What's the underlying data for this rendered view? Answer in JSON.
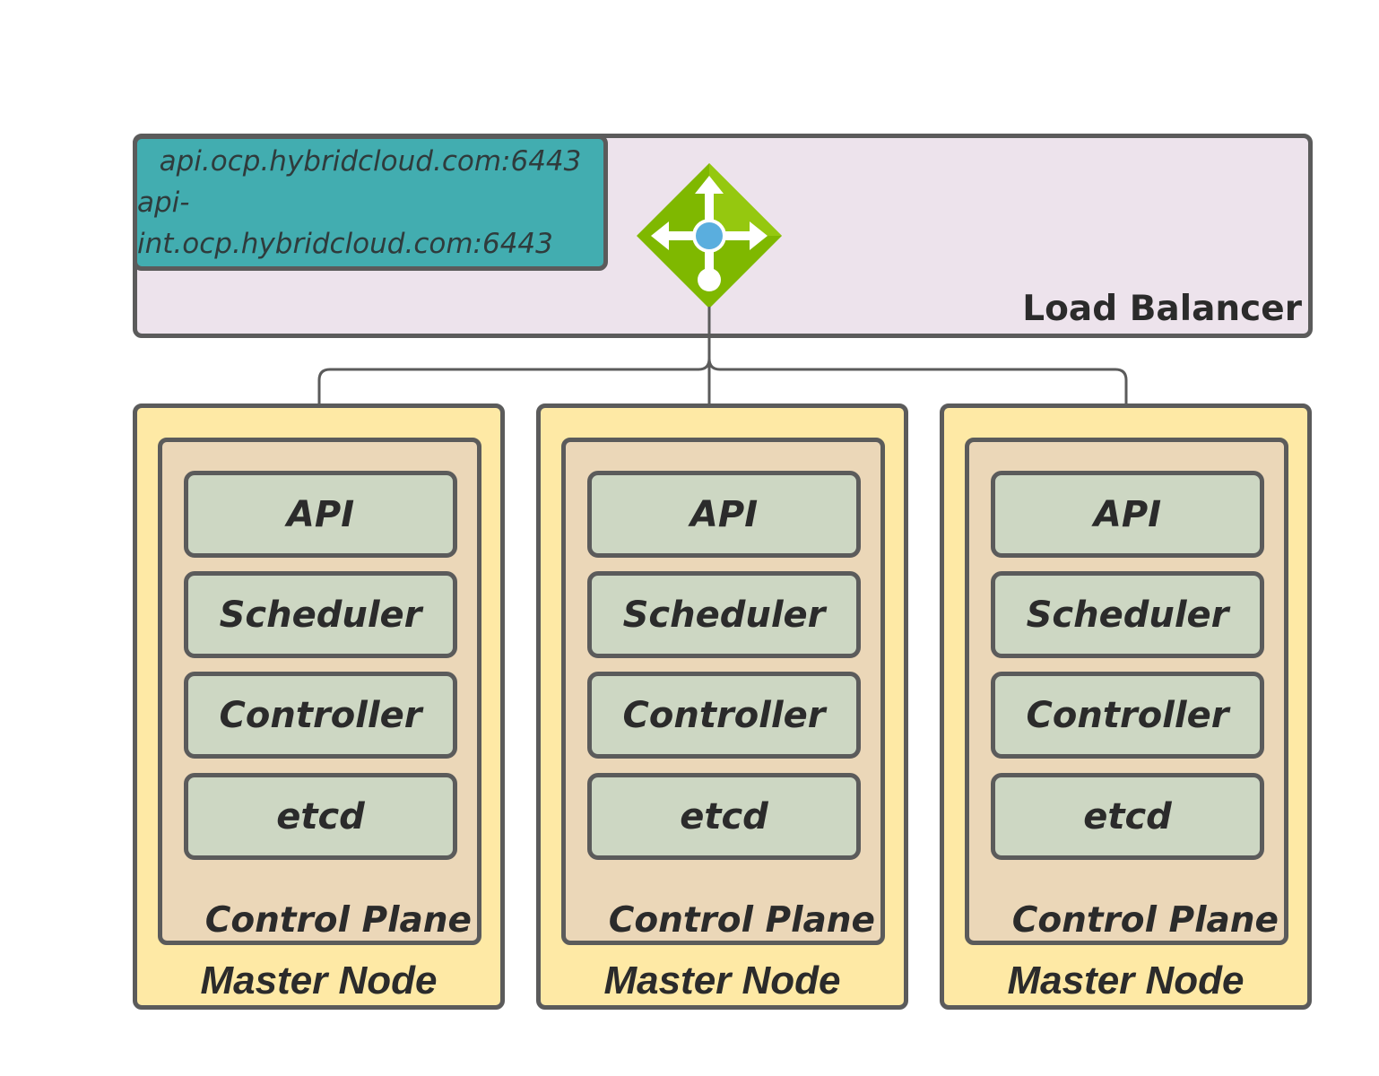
{
  "load_balancer": {
    "title": "Load Balancer",
    "endpoints": [
      "api.ocp.hybridcloud.com:6443",
      "api-int.ocp.hybridcloud.com:6443"
    ],
    "icon": "load-balancer-icon"
  },
  "master_nodes": [
    {
      "label": "Master Node",
      "control_plane": {
        "label": "Control Plane",
        "components": [
          "API",
          "Scheduler",
          "Controller",
          "etcd"
        ]
      }
    },
    {
      "label": "Master Node",
      "control_plane": {
        "label": "Control Plane",
        "components": [
          "API",
          "Scheduler",
          "Controller",
          "etcd"
        ]
      }
    },
    {
      "label": "Master Node",
      "control_plane": {
        "label": "Control Plane",
        "components": [
          "API",
          "Scheduler",
          "Controller",
          "etcd"
        ]
      }
    }
  ],
  "colors": {
    "load_balancer_bg": "#ede3ec",
    "endpoint_bg": "#42adb0",
    "master_bg": "#fee9a5",
    "control_plane_bg": "#ebd7b8",
    "component_bg": "#cdd7c3",
    "border": "#5b5b5b",
    "icon_green": "#7fb800"
  }
}
